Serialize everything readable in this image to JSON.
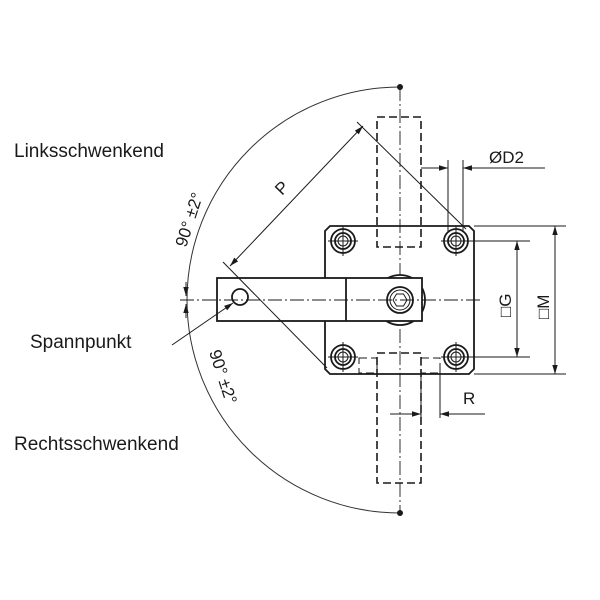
{
  "labels": {
    "left_swing": "Linksschwenkend",
    "right_swing": "Rechtsschwenkend",
    "clamp_point": "Spannpunkt",
    "angle_top": "90° ±2°",
    "angle_bottom": "90° ±2°"
  },
  "dimensions": {
    "p": "P",
    "d2": "ØD2",
    "g": "□G",
    "m": "□M",
    "r": "R"
  }
}
